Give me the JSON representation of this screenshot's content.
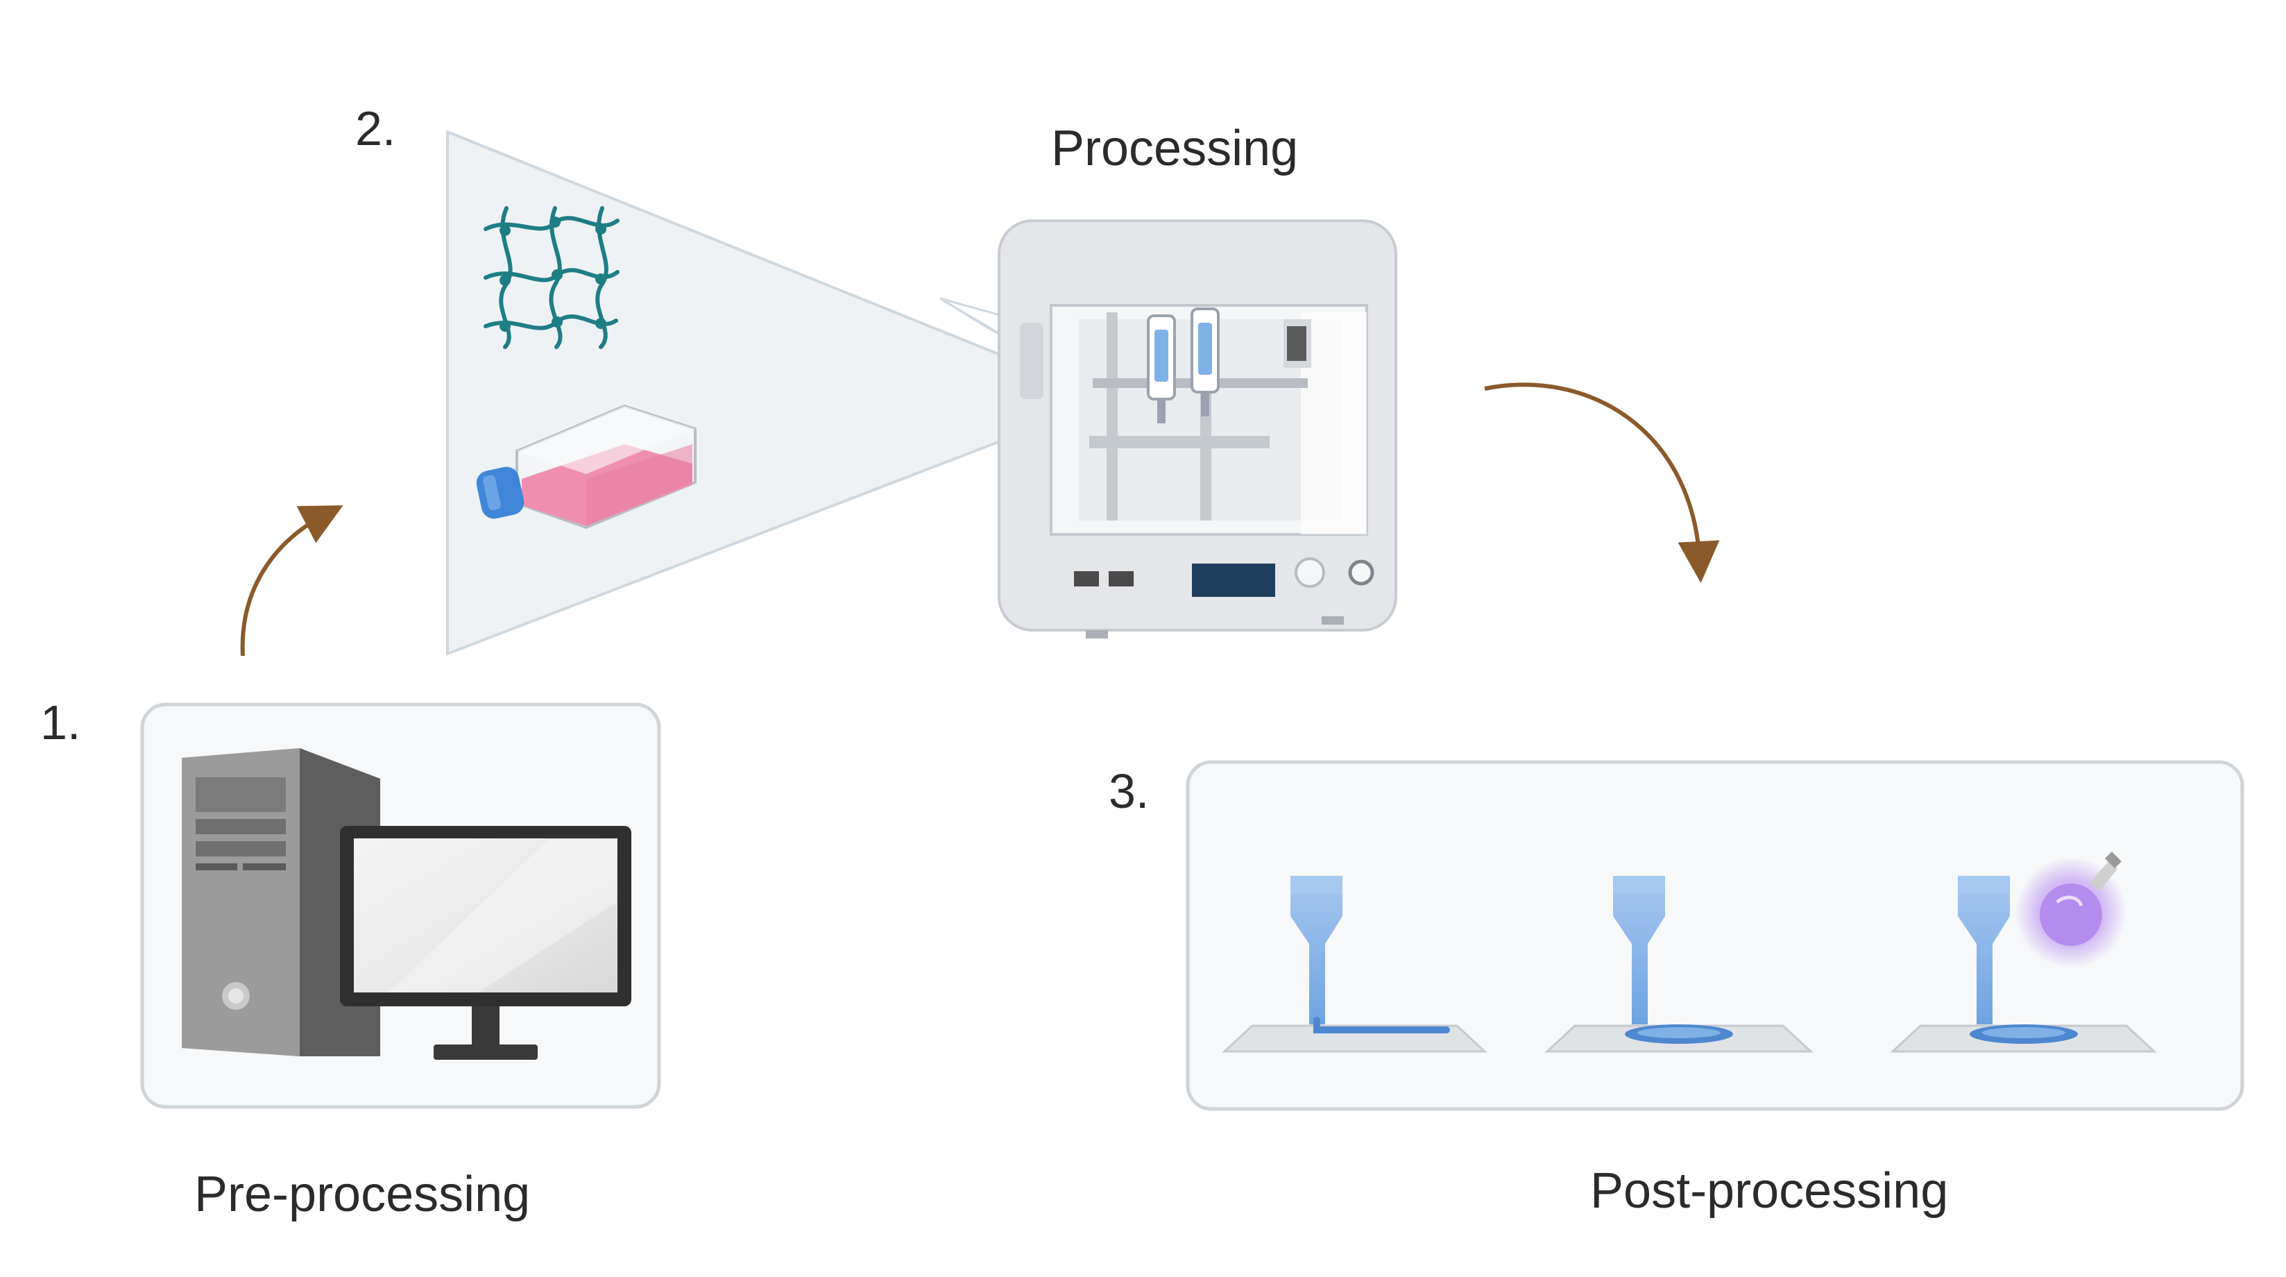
{
  "steps": {
    "pre": {
      "number": "1.",
      "caption": "Pre-processing"
    },
    "bio": {
      "number": "2."
    },
    "proc": {
      "caption": "Processing"
    },
    "post": {
      "number": "3.",
      "caption": "Post-processing"
    }
  },
  "colors": {
    "panel_fill": "#f6f8f9",
    "panel_stroke": "#cfd4d8",
    "arrow": "#8b5a2b",
    "bioink": "#7fb0e6",
    "bioink_dark": "#4d87cf",
    "hydrogel_net": "#1f7d86",
    "flask_medium": "#ef8fb0",
    "flask_cap": "#3f86d8",
    "uv_light": "#b48cf0",
    "printer_body": "#e4e6e9"
  },
  "icons": [
    "computer-icon",
    "monitor-icon",
    "hydrogel-network-icon",
    "cell-culture-flask-icon",
    "bioprinter-icon",
    "nozzle-icon",
    "uv-bulb-icon"
  ]
}
